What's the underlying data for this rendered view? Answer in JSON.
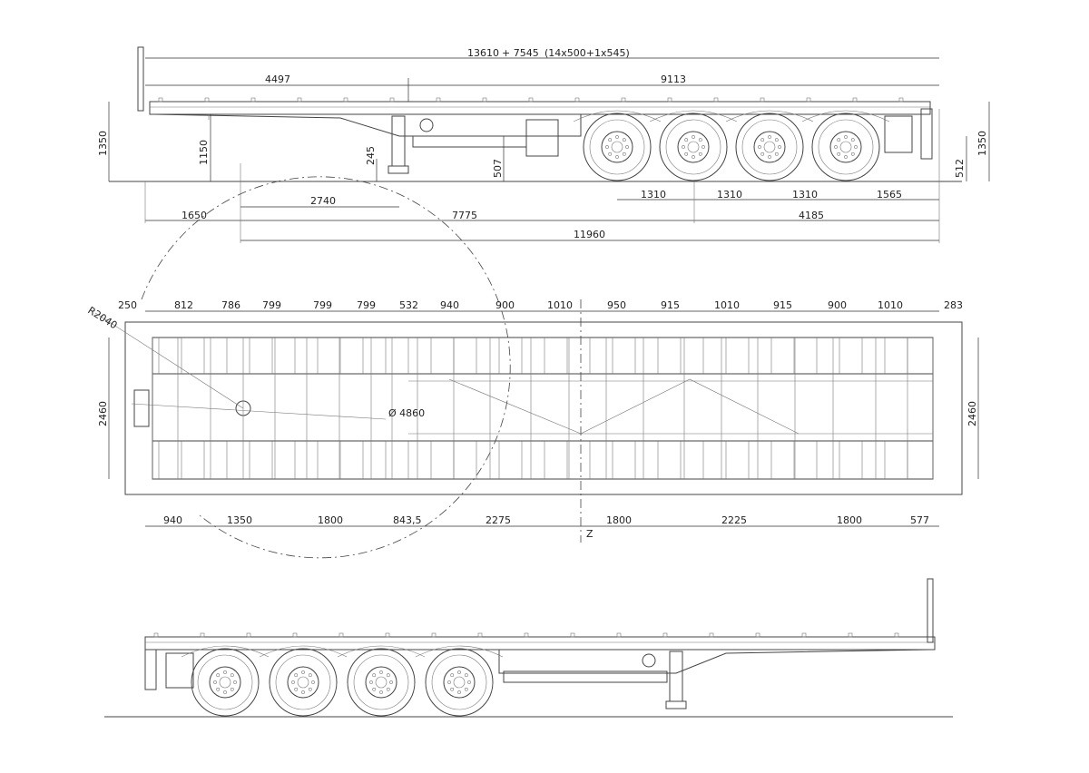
{
  "side_view_top": {
    "overall_length": "13610",
    "plus_label": "+ 7545",
    "stake_spacing": "(14x500+1x545)",
    "front_section": "4497",
    "rear_section": "9113",
    "height_left": "1350",
    "height_right": "1350",
    "kingpin_height": "1150",
    "leg_clearance": "245",
    "leg_height": "507",
    "rear_under": "512",
    "axle_spacings": [
      "1310",
      "1310",
      "1310",
      "1565"
    ],
    "kingpin_to_leg": "2740",
    "front_overhang": "1650",
    "kingpin_to_axle": "7775",
    "axle_to_rear": "4185",
    "wheelbase_total": "11960"
  },
  "plan_view": {
    "top_dims": [
      "250",
      "812",
      "786",
      "799",
      "799",
      "799",
      "532",
      "940",
      "900",
      "1010",
      "950",
      "915",
      "1010",
      "915",
      "900",
      "1010",
      "283"
    ],
    "width_left": "2460",
    "width_right": "2460",
    "swing_radius": "R2040",
    "turning_diameter": "Ø 4860",
    "bottom_dims": [
      "940",
      "1350",
      "1800",
      "843,5",
      "2275",
      "1800",
      "2225",
      "1800",
      "577"
    ],
    "section_marker": "Z"
  },
  "colors": {
    "line": "#444444",
    "background": "#ffffff"
  }
}
